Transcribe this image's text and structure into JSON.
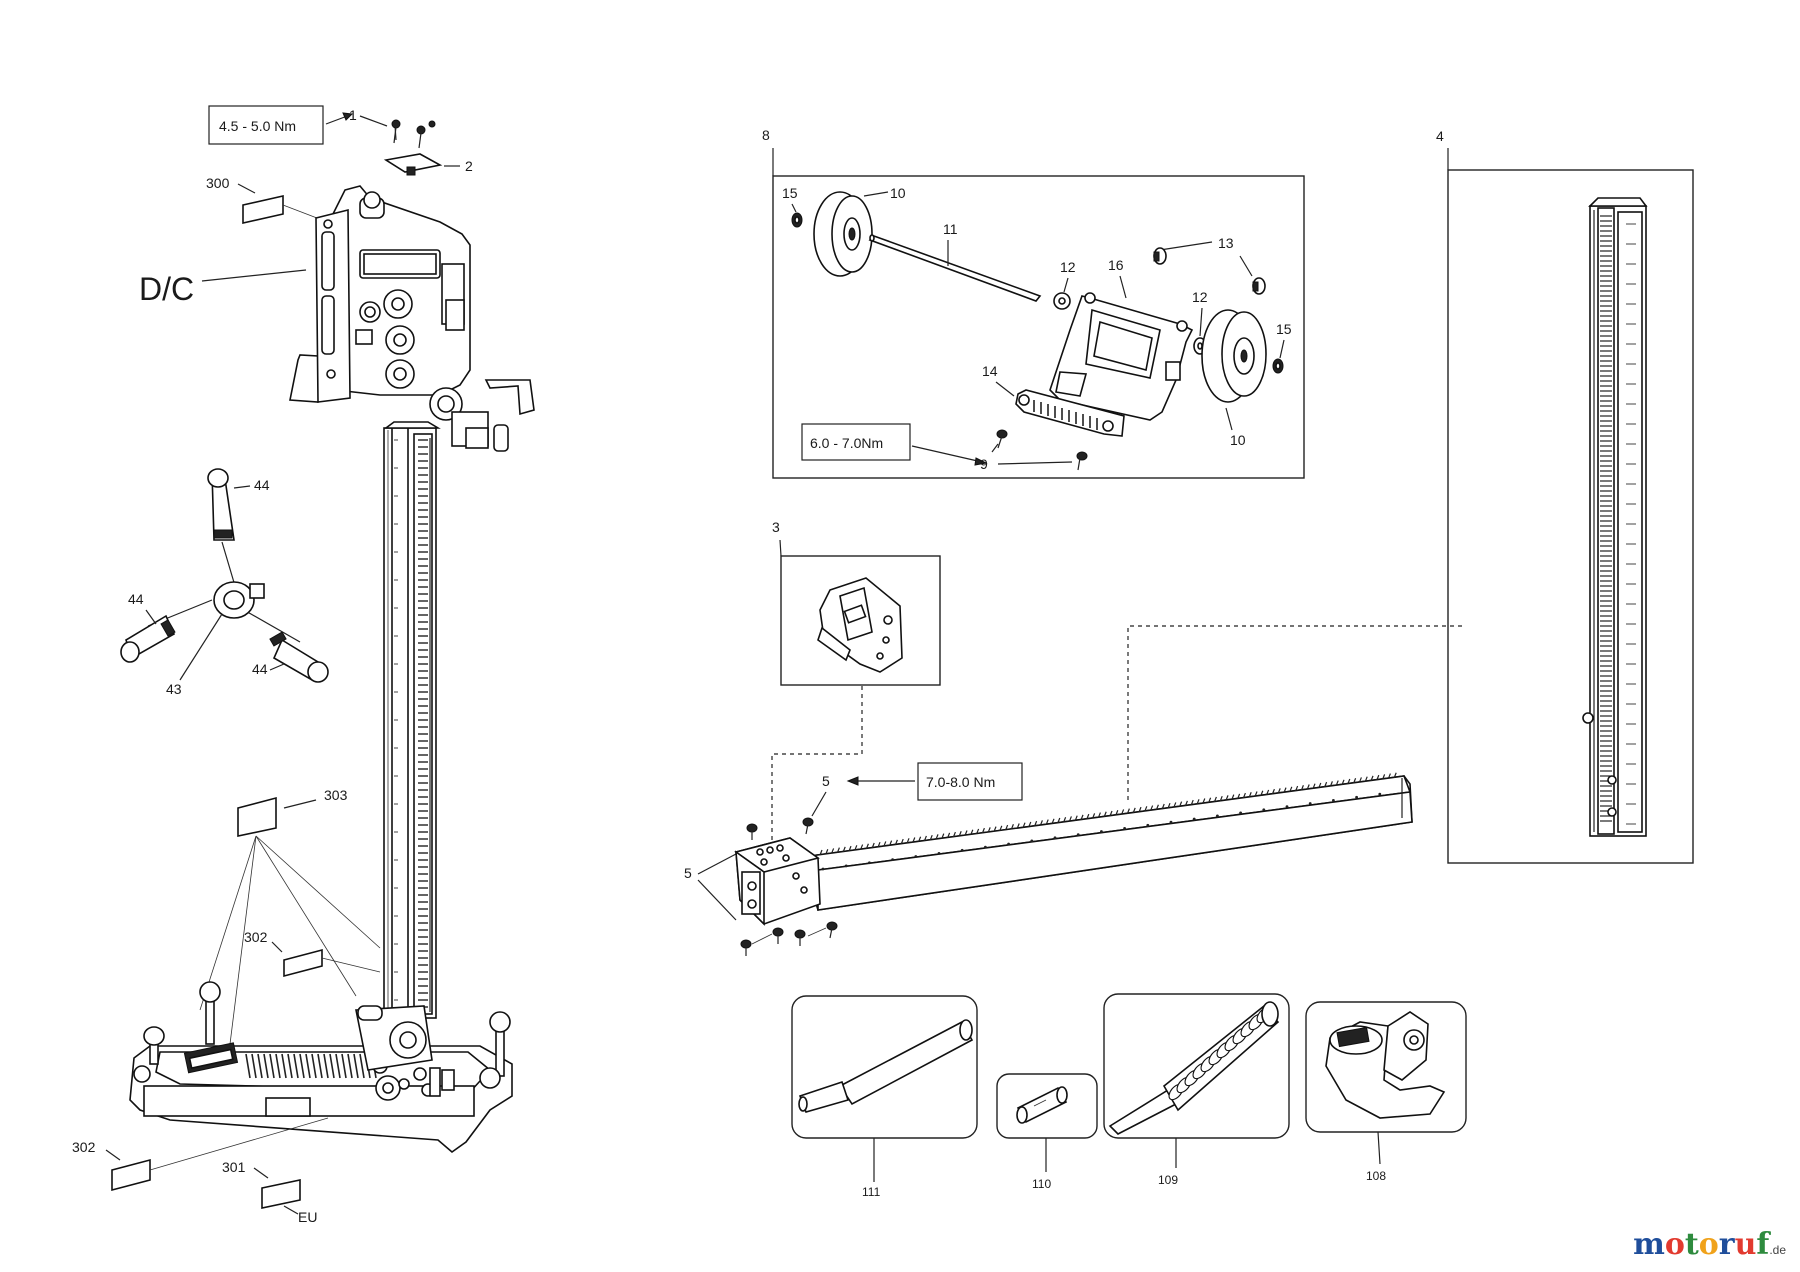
{
  "labels": {
    "p1": "1",
    "p2": "2",
    "p300": "300",
    "dc": "D/C",
    "p44a": "44",
    "p44b": "44",
    "p44c": "44",
    "p43": "43",
    "p303": "303",
    "p302a": "302",
    "p302b": "302",
    "p301": "301",
    "eu": "EU",
    "p8": "8",
    "p15a": "15",
    "p10a": "10",
    "p11": "11",
    "p12a": "12",
    "p16": "16",
    "p13": "13",
    "p12b": "12",
    "p15b": "15",
    "p14": "14",
    "p10b": "10",
    "p9": "9",
    "p4": "4",
    "p3": "3",
    "p5a": "5",
    "p5b": "5",
    "p111": "111",
    "p110": "110",
    "p109": "109",
    "p108": "108"
  },
  "torque": {
    "t1": "4.5 - 5.0 Nm",
    "t2": "6.0 - 7.0Nm",
    "t3": "7.0-8.0 Nm"
  },
  "watermark": {
    "text_m": "m",
    "text_o1": "o",
    "text_t": "t",
    "text_o2": "o",
    "text_r": "r",
    "text_u": "u",
    "text_f": "f",
    "suffix": ".de",
    "colors": [
      "#1f4e9b",
      "#e23a2f",
      "#2e8b3e",
      "#f0a21b",
      "#1f4e9b",
      "#e23a2f",
      "#2e8b3e"
    ]
  }
}
